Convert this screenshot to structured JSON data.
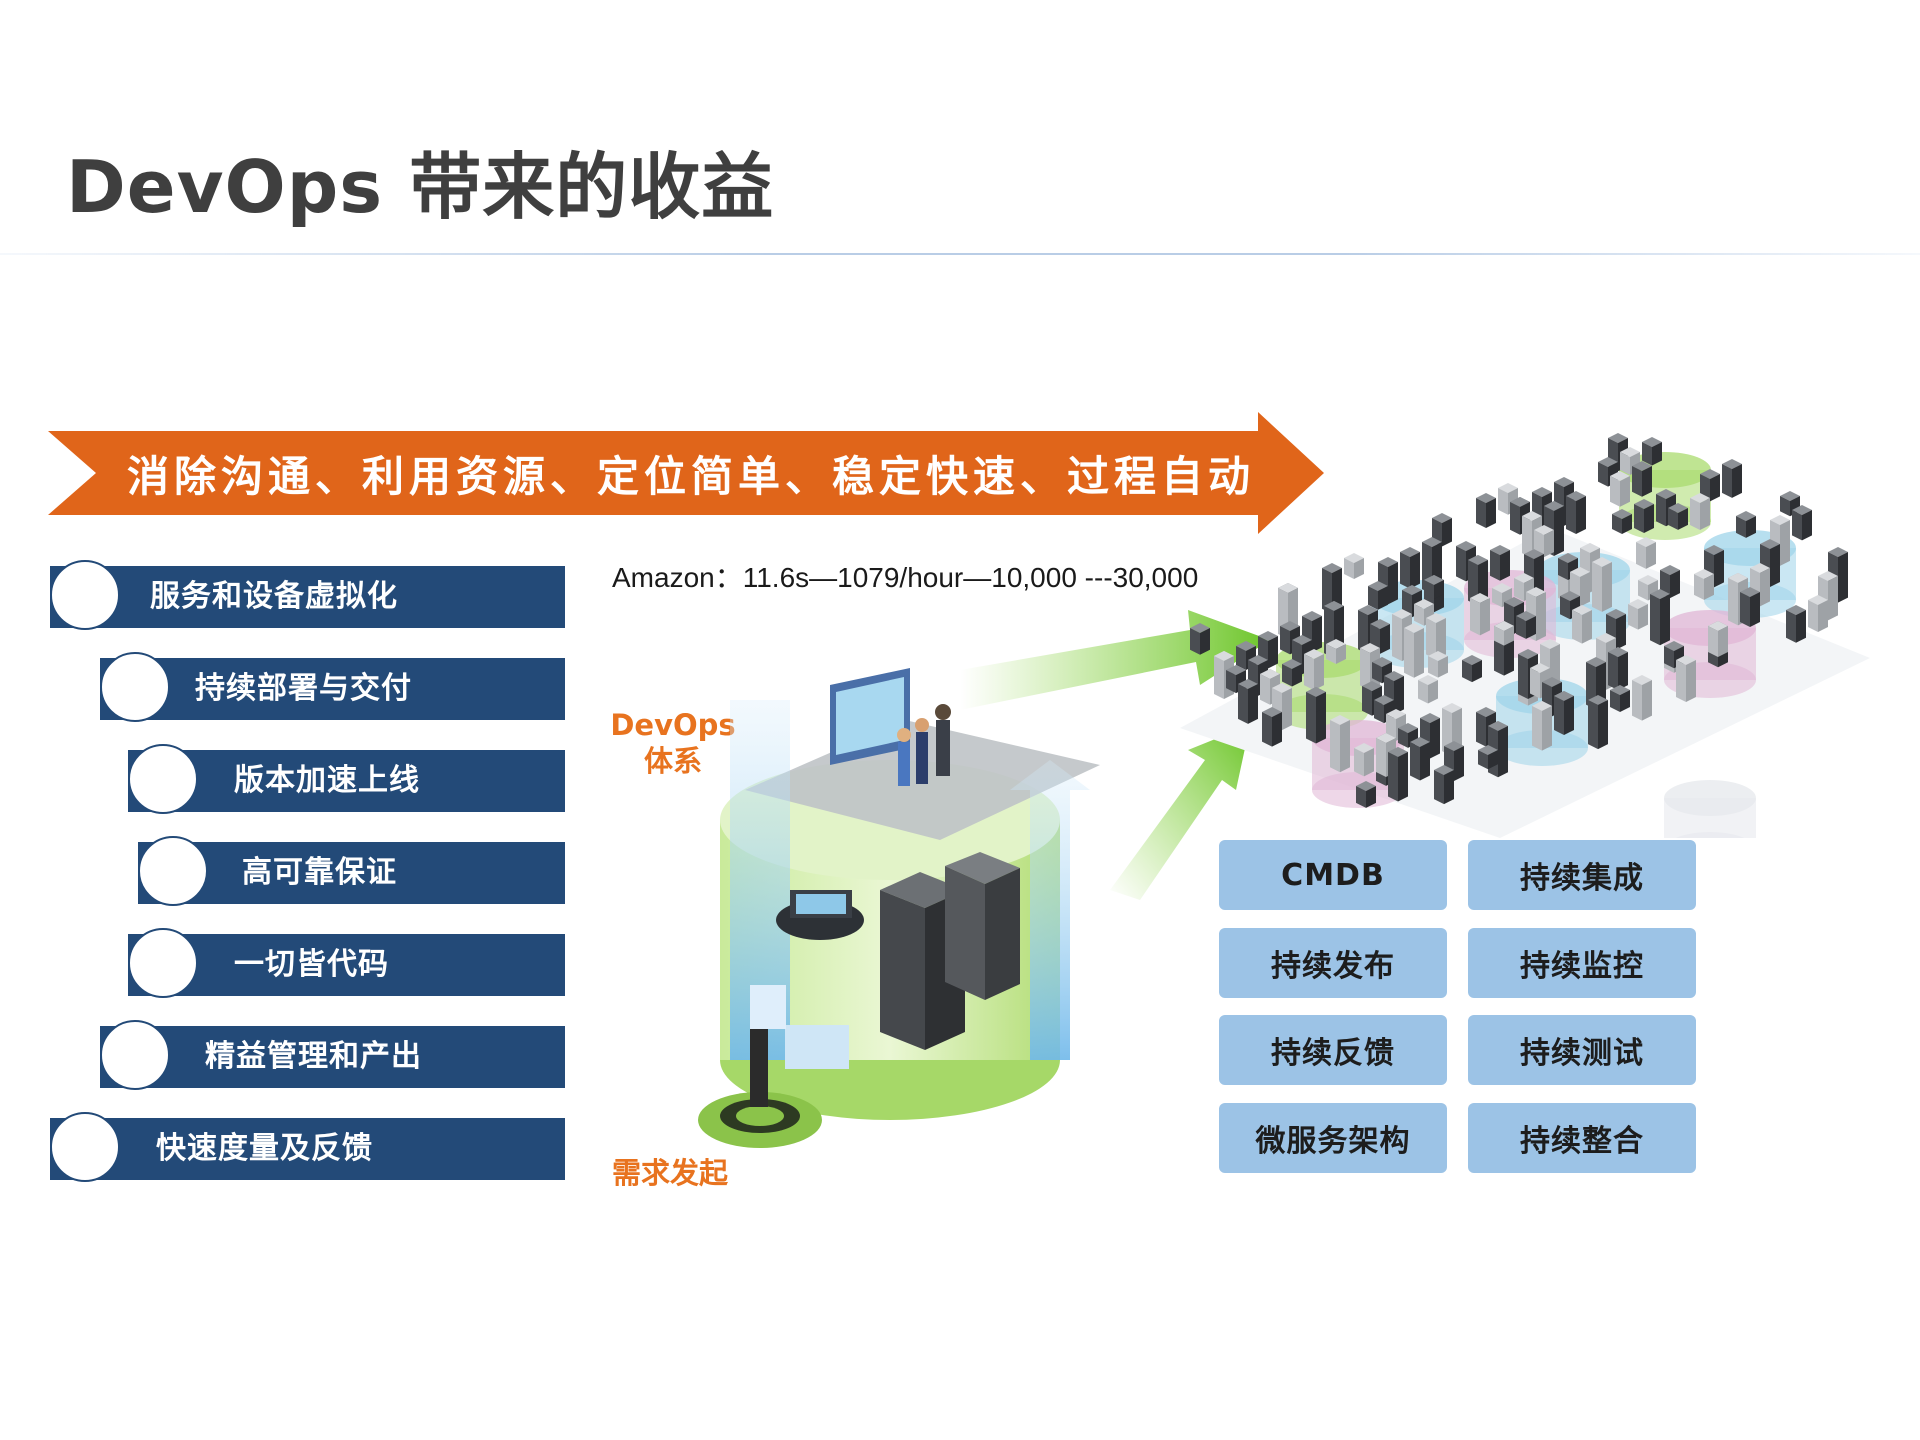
{
  "title": "DevOps 带来的收益",
  "banner": "消除沟通、利用资源、定位简单、稳定快速、过程自动",
  "benefits": [
    "服务和设备虚拟化",
    "持续部署与交付",
    "版本加速上线",
    "高可靠保证",
    "一切皆代码",
    "精益管理和产出",
    "快速度量及反馈"
  ],
  "amazon_stats": "Amazon：11.6s—1079/hour—10,000 ---30,000",
  "illustration": {
    "devops_system_line1": "DevOps",
    "devops_system_line2": "体系",
    "demand_label": "需求发起"
  },
  "practices": [
    "CMDB",
    "持续集成",
    "持续发布",
    "持续监控",
    "持续反馈",
    "持续测试",
    "微服务架构",
    "持续整合"
  ],
  "colors": {
    "banner": "#e0651a",
    "list_bar": "#234a78",
    "tile": "#9cc3e6",
    "accent_label": "#e8731f"
  }
}
